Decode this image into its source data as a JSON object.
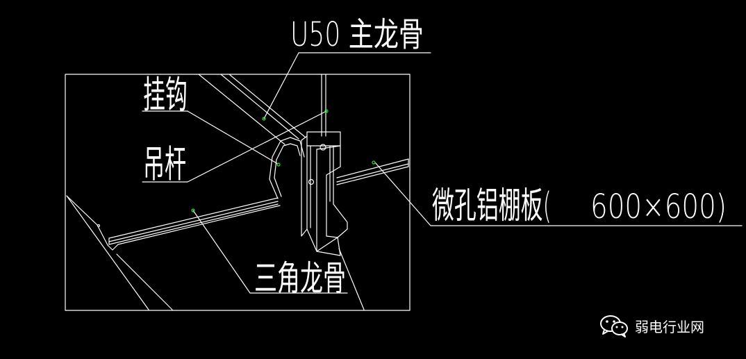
{
  "labels": {
    "main_runner": "U50 主龙骨",
    "hook": "挂钩",
    "hanger_rod": "吊杆",
    "panel": "微孔铝棚板(",
    "panel_size": "600×600)",
    "triangle_runner": "三角龙骨"
  },
  "watermark": {
    "text": "弱电行业网",
    "icon": "wechat-icon"
  },
  "colors": {
    "background": "#000000",
    "lines": "#ffffff",
    "markers": "#33dd33"
  }
}
